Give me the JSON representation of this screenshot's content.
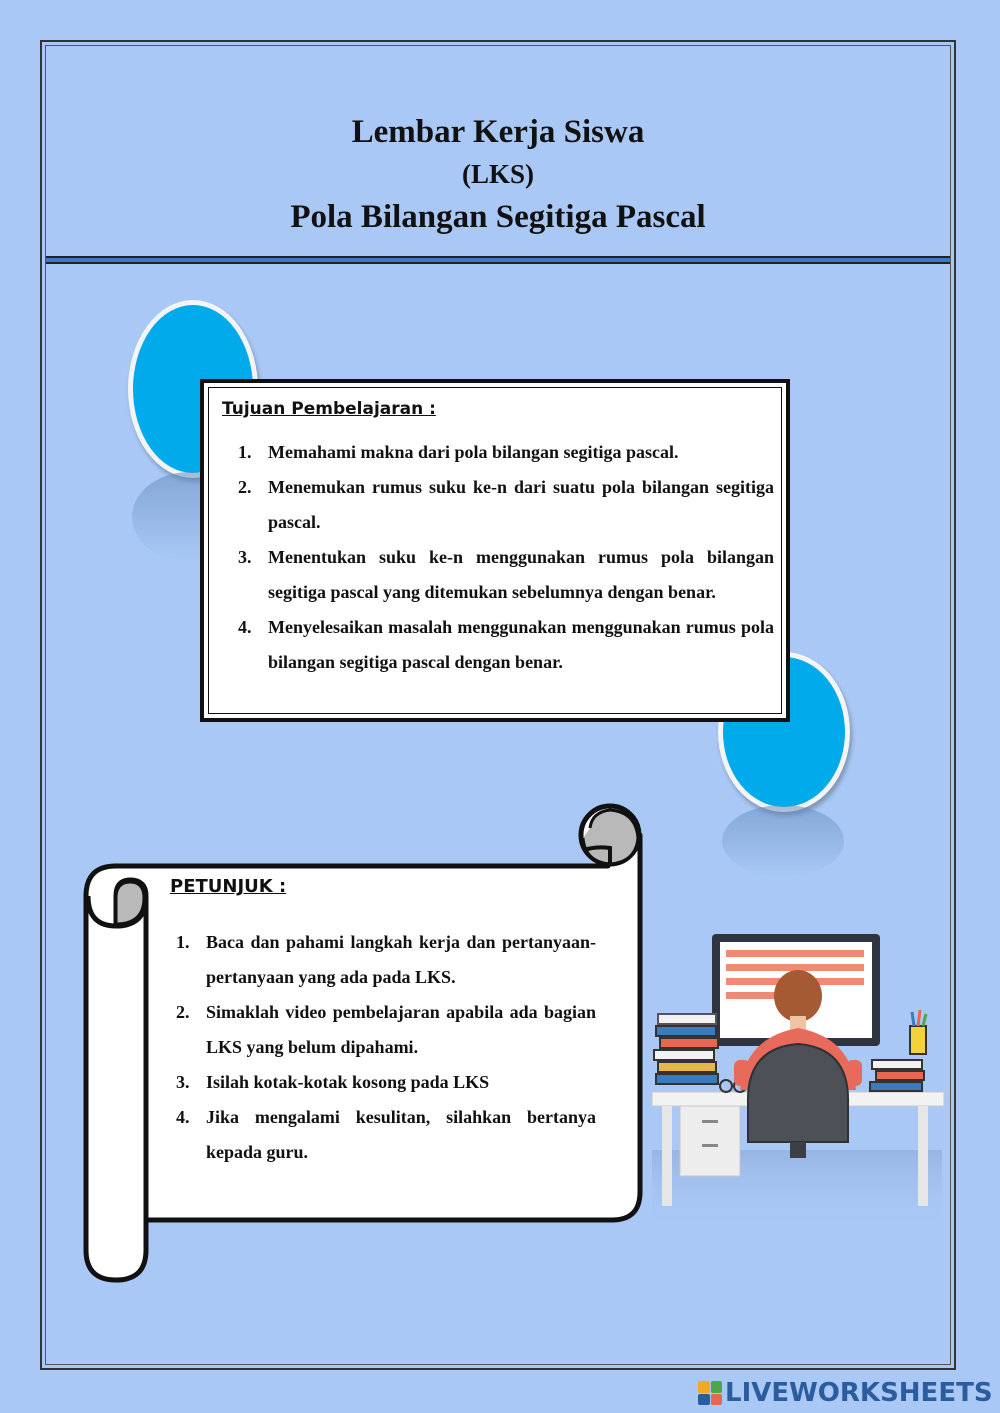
{
  "header": {
    "line1": "Lembar Kerja Siswa",
    "line2": "(LKS)",
    "line3": "Pola Bilangan Segitiga Pascal"
  },
  "goals": {
    "title": "Tujuan Pembelajaran :",
    "items": [
      {
        "num": "1.",
        "text": "Memahami makna dari pola bilangan segitiga pascal."
      },
      {
        "num": "2.",
        "text": "Menemukan rumus suku ke-n dari suatu pola bilangan segitiga pascal."
      },
      {
        "num": "3.",
        "text": "Menentukan suku ke-n menggunakan rumus pola bilangan segitiga pascal yang ditemukan sebelumnya dengan benar."
      },
      {
        "num": "4.",
        "text": "Menyelesaikan masalah menggunakan menggunakan rumus pola bilangan segitiga pascal dengan benar."
      }
    ]
  },
  "instructions": {
    "title": "PETUNJUK :",
    "items": [
      {
        "num": "1.",
        "text": "Baca dan pahami langkah kerja dan pertanyaan-pertanyaan yang ada pada LKS."
      },
      {
        "num": "2.",
        "text": "Simaklah video pembelajaran apabila ada bagian LKS yang belum dipahami."
      },
      {
        "num": "3.",
        "text": "Isilah kotak-kotak kosong pada LKS"
      },
      {
        "num": "4.",
        "text": "Jika mengalami kesulitan, silahkan bertanya kepada guru."
      }
    ]
  },
  "illustration": {
    "name": "student-at-computer"
  },
  "watermark": {
    "text": "LIVEWORKSHEETS"
  },
  "colors": {
    "background": "#a9c8f5",
    "bubble": "#00aaeb",
    "header_rule": "#3a79c4",
    "watermark": "#2a5c9e"
  }
}
